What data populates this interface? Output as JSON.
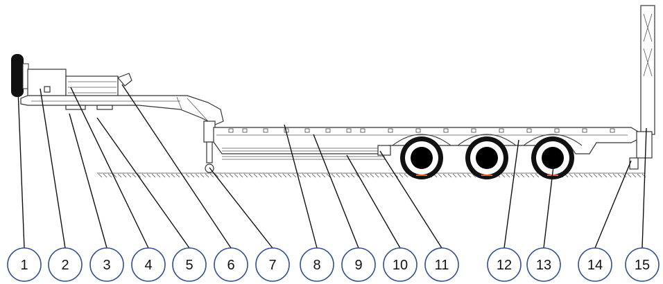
{
  "callouts": [
    {
      "id": 1,
      "label": "1"
    },
    {
      "id": 2,
      "label": "2"
    },
    {
      "id": 3,
      "label": "3"
    },
    {
      "id": 4,
      "label": "4"
    },
    {
      "id": 5,
      "label": "5"
    },
    {
      "id": 6,
      "label": "6"
    },
    {
      "id": 7,
      "label": "7"
    },
    {
      "id": 8,
      "label": "8"
    },
    {
      "id": 9,
      "label": "9"
    },
    {
      "id": 10,
      "label": "10"
    },
    {
      "id": 11,
      "label": "11"
    },
    {
      "id": 12,
      "label": "12"
    },
    {
      "id": 13,
      "label": "13"
    },
    {
      "id": 14,
      "label": "14"
    },
    {
      "id": 15,
      "label": "15"
    }
  ],
  "colors": {
    "callout_border": "#2f4f8f",
    "wheel_center": "#000000",
    "wheel_contact": "#e06030"
  },
  "icons": [
    "spare-wheel-icon",
    "axle-wheel-icon",
    "landing-leg-icon",
    "ramp-icon"
  ]
}
